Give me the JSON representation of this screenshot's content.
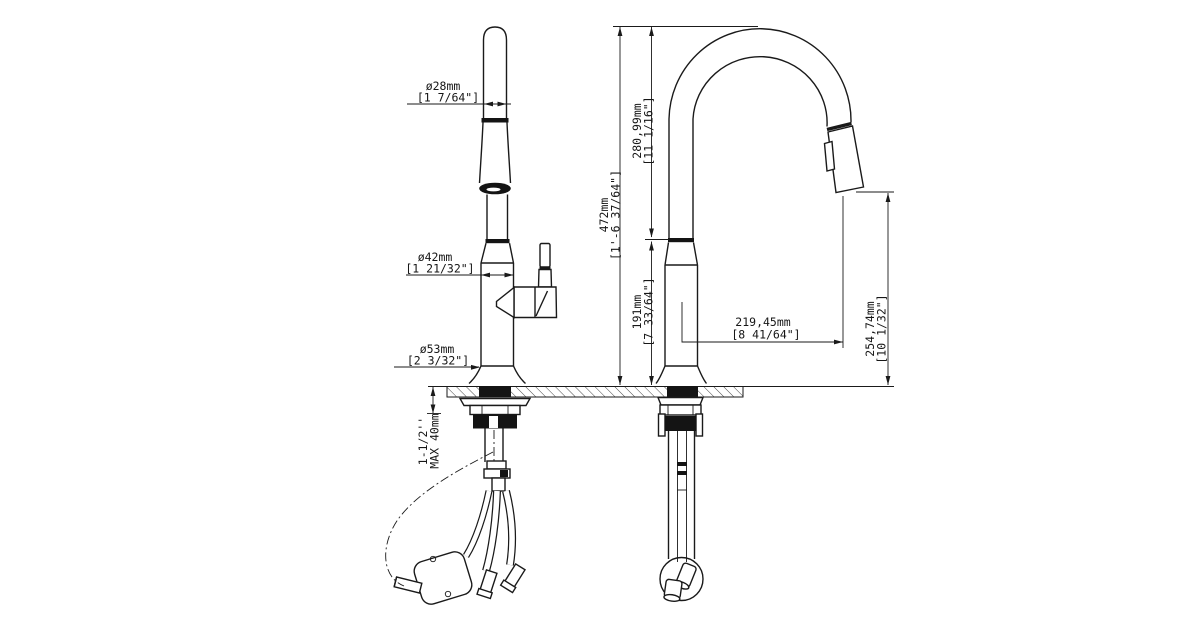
{
  "colors": {
    "line": "#1a1a1a",
    "background": "#ffffff"
  },
  "dimensions": {
    "spout_diameter": {
      "metric": "ø28mm",
      "imperial": "[1 7/64\"]"
    },
    "neck_diameter": {
      "metric": "ø42mm",
      "imperial": "[1 21/32\"]"
    },
    "base_diameter": {
      "metric": "ø53mm",
      "imperial": "[2 3/32\"]"
    },
    "mounting_thickness": {
      "imperial": "1-1/2''",
      "metric": "MAX 40mm"
    },
    "overall_height": {
      "metric": "472mm",
      "imperial": "[1'-6 37/64\"]"
    },
    "arc_height": {
      "metric": "280,99mm",
      "imperial": "[11 1/16\"]"
    },
    "spout_height": {
      "metric": "191mm",
      "imperial": "[7 33/64\"]"
    },
    "spout_reach": {
      "metric": "219,45mm",
      "imperial": "[8 41/64\"]"
    },
    "spray_head_height": {
      "metric": "254,74mm",
      "imperial": "[10 1/32\"]"
    }
  }
}
